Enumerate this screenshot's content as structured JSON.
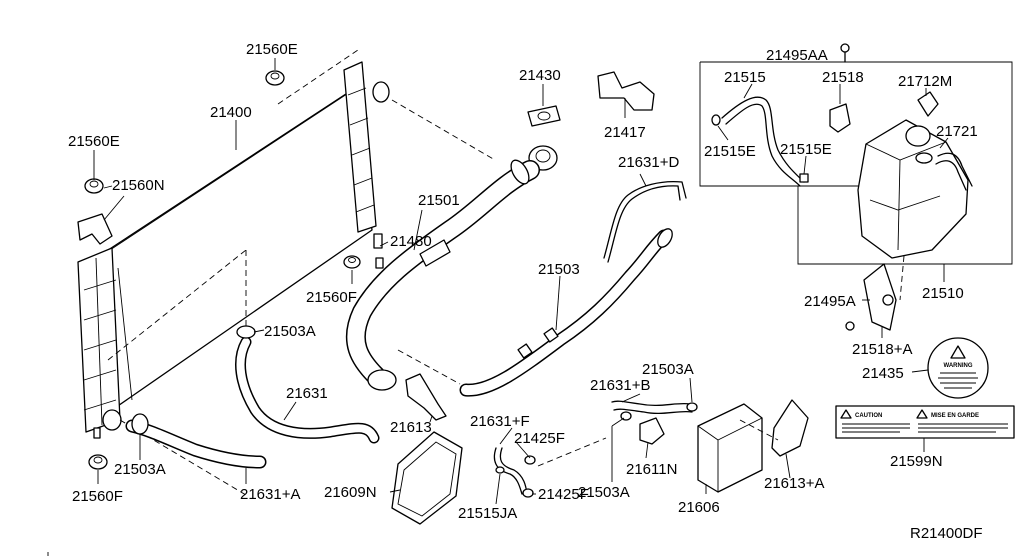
{
  "callouts": {
    "p21560E_top": "21560E",
    "p21400": "21400",
    "p21560E_left": "21560E",
    "p21560N": "21560N",
    "p21430": "21430",
    "p21417": "21417",
    "p21501": "21501",
    "p21480": "21480",
    "p21560F_mid": "21560F",
    "p21503A_mid": "21503A",
    "p21631": "21631",
    "p21503A_low": "21503A",
    "p21560F_low": "21560F",
    "p21631A": "21631+A",
    "p21613": "21613",
    "p21609N": "21609N",
    "p21631D": "21631+D",
    "p21503": "21503",
    "p21631F": "21631+F",
    "p21425F_top": "21425F",
    "p21425F_low": "21425F",
    "p21515JA": "21515JA",
    "p21503A_right": "21503A",
    "p21631B": "21631+B",
    "p21611N": "21611N",
    "p21503A_lower": "21503A",
    "p21606": "21606",
    "p21613A": "21613+A",
    "p21495AA": "21495AA",
    "p21515": "21515",
    "p21518": "21518",
    "p21712M": "21712M",
    "p21721": "21721",
    "p21515E_left": "21515E",
    "p21515E_right": "21515E",
    "p21510": "21510",
    "p21495A": "21495A",
    "p21518A": "21518+A",
    "p21435": "21435",
    "p21599N": "21599N"
  },
  "labels": {
    "warning_word": "WARNING",
    "caution_word": "CAUTION",
    "mise_en_garde": "MISE EN GARDE"
  },
  "reference": "R21400DF"
}
